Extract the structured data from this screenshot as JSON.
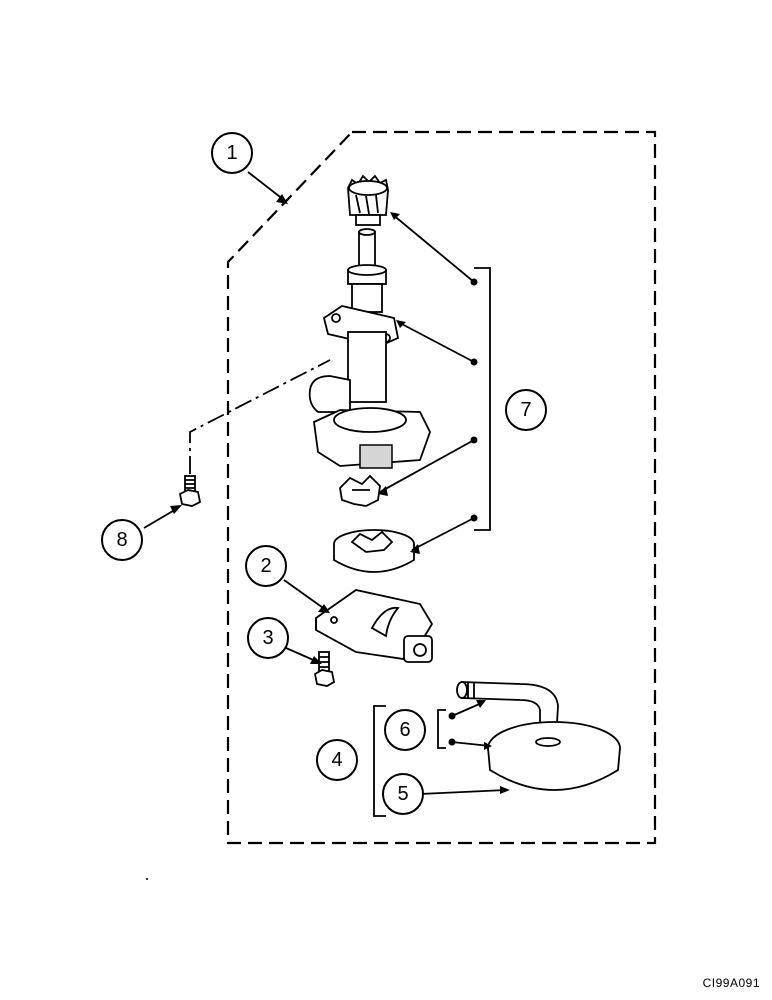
{
  "figure_id": "CI99A091",
  "callouts": {
    "c1": "1",
    "c2": "2",
    "c3": "3",
    "c4": "4",
    "c5": "5",
    "c6": "6",
    "c7": "7",
    "c8": "8"
  },
  "colors": {
    "ink": "#000000",
    "background": "#ffffff"
  }
}
